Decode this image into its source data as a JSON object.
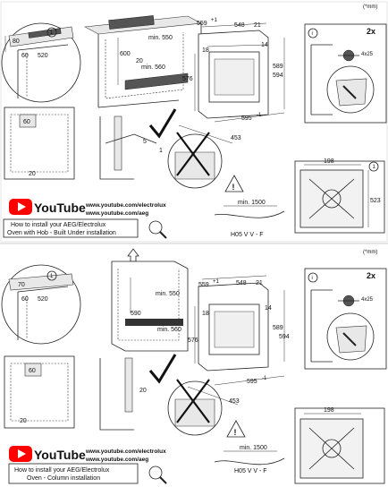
{
  "unit_note": "(*mm)",
  "panel_top": {
    "dims": {
      "d80": "80",
      "d60": "60",
      "d520": "520",
      "d600": "600",
      "d559": "559",
      "d559_sup": "+1",
      "d548": "548",
      "d21": "21",
      "min550": "min. 550",
      "min560": "min. 560",
      "d18": "18",
      "d14": "14",
      "d576": "576",
      "d589": "589",
      "d594": "594",
      "d595": "595",
      "d595_sup": "-1",
      "d453": "453",
      "d5": "5",
      "d1": "1",
      "d60b": "60",
      "d20a": "20",
      "d20b": "20",
      "d198": "198",
      "d523": "523",
      "min1500": "min. 1500",
      "cable": "H05 V V - F",
      "screw": "4x25",
      "count": "2x",
      "info": "i",
      "step": "1",
      "step2": "1"
    },
    "youtube": "YouTube",
    "url1": "www.youtube.com/electrolux",
    "url2": "www.youtube.com/aeg",
    "caption1": "How to install your AEG/Electrolux",
    "caption2": "Oven with Hob - Built Under installation"
  },
  "panel_bottom": {
    "dims": {
      "d70": "70",
      "d60": "60",
      "d520": "520",
      "d590": "590",
      "d559": "559",
      "d559_sup": "+1",
      "d548": "548",
      "d21": "21",
      "min550": "min. 550",
      "min560": "min. 560",
      "d18": "18",
      "d14": "14",
      "d576": "576",
      "d589": "589",
      "d594": "594",
      "d595": "595",
      "d595_sup": "-1",
      "d453": "453",
      "d60b": "60",
      "d20a": "20",
      "d20b": "20",
      "d198": "198",
      "min1500": "min. 1500",
      "cable": "H05 V V - F",
      "screw": "4x25",
      "count": "2x",
      "info": "i",
      "step": "1"
    },
    "youtube": "YouTube",
    "url1": "www.youtube.com/electrolux",
    "url2": "www.youtube.com/aeg",
    "caption1": "How to install your AEG/Electrolux",
    "caption2": "Oven - Column installation"
  },
  "colors": {
    "youtube_red": "#ff0000",
    "line": "#222222"
  },
  "icons": [
    "youtube-logo-icon",
    "magnifier-icon",
    "warning-icon",
    "checkmark-icon",
    "cross-icon",
    "info-icon",
    "screw-icon",
    "arrow-up-icon"
  ]
}
